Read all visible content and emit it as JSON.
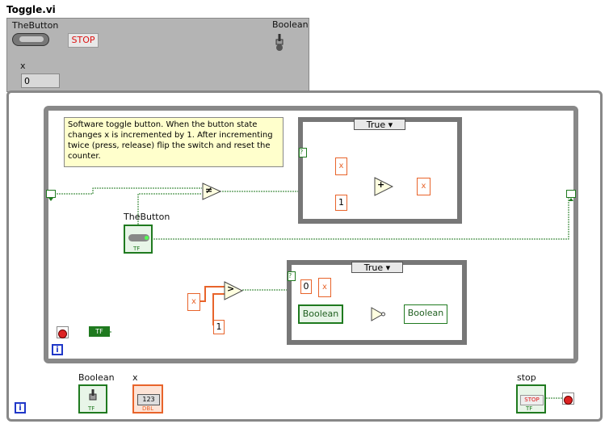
{
  "window_title": "Toggle.vi",
  "front_panel": {
    "button_label": "TheButton",
    "stop_label": "STOP",
    "boolean_label": "Boolean",
    "x_label": "x",
    "x_value": "0"
  },
  "block_diagram": {
    "comment": "Software toggle button.   When the button state changes x is incremented by 1.  After incrementing twice (press, release) flip the switch and reset the counter.",
    "case1_selector": "True",
    "case2_selector": "True",
    "case1_question": "?",
    "case2_question": "?",
    "button_terminal_label": "TheButton",
    "x_local": "x",
    "const_one_1": "1",
    "const_one_2": "1",
    "const_zero": "0",
    "boolean_local_1": "Boolean",
    "boolean_local_2": "Boolean",
    "not_equal_symbol": "≠",
    "greater_symbol": ">",
    "add_symbol": "+",
    "true_const": "TF",
    "tf_badge": "TF",
    "numeric_badge": "123",
    "dbl_badge": "DBL",
    "info_icon": "i",
    "terminal_boolean_label": "Boolean",
    "terminal_x_label": "x",
    "terminal_stop_label": "stop",
    "stop_terminal_text": "STOP"
  },
  "colors": {
    "boolean_wire": "#1f7a1f",
    "numeric_wire": "#e8642b",
    "structure_gray": "#888888"
  }
}
